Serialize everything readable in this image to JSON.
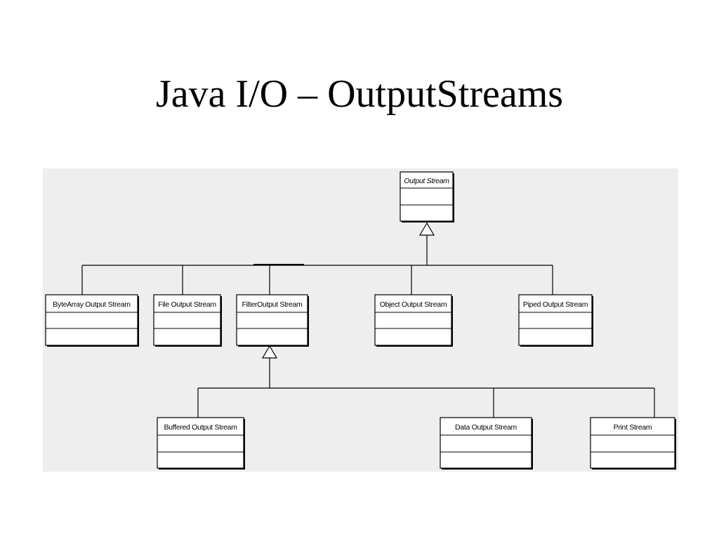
{
  "slide": {
    "title": "Java I/O – OutputStreams"
  },
  "diagram": {
    "base_class": {
      "id": "output-stream",
      "name": "Output Stream",
      "abstract": true
    },
    "direct_subclasses": [
      {
        "id": "byte-array-output-stream",
        "name": "ByteArray Output Stream"
      },
      {
        "id": "file-output-stream",
        "name": "File Output Stream"
      },
      {
        "id": "filter-output-stream",
        "name": "FilterOutput Stream"
      },
      {
        "id": "object-output-stream",
        "name": "Object Output Stream"
      },
      {
        "id": "piped-output-stream",
        "name": "Piped Output Stream"
      }
    ],
    "filter_subclasses": [
      {
        "id": "buffered-output-stream",
        "name": "Buffered Output Stream"
      },
      {
        "id": "data-output-stream",
        "name": "Data Output Stream"
      },
      {
        "id": "print-stream",
        "name": "Print Stream"
      }
    ],
    "colors": {
      "panel": "#eeeeee",
      "box_fill": "#ffffff",
      "stroke": "#000000"
    }
  }
}
